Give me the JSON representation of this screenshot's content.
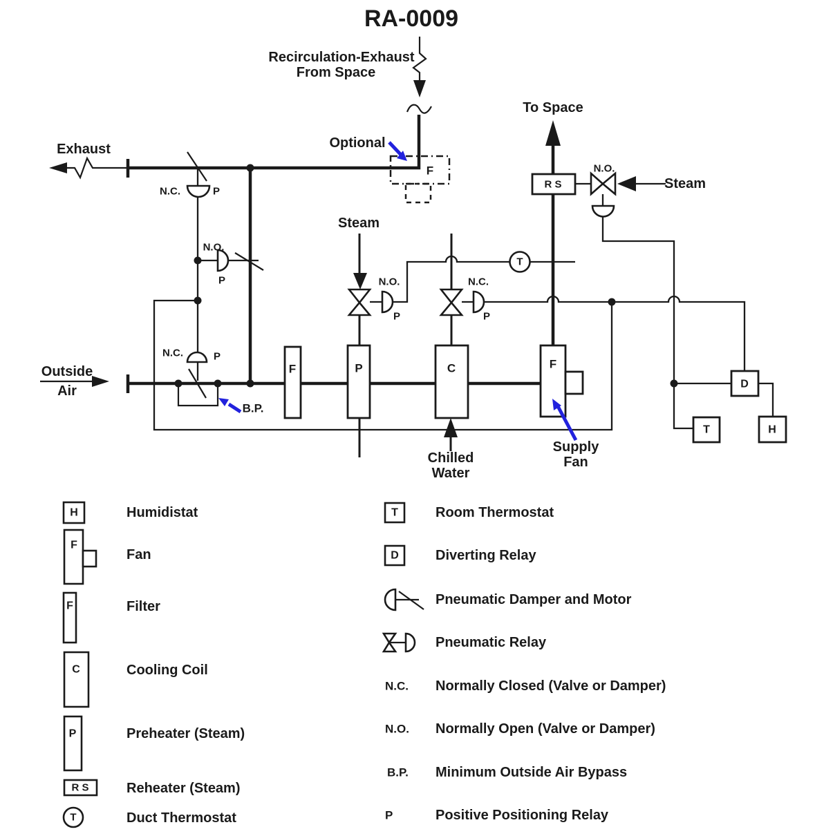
{
  "title": "RA-0009",
  "colors": {
    "ink": "#1a1a1a",
    "accent": "#2222dd"
  },
  "labels": {
    "recirculation_1": "Recirculation-Exhaust",
    "recirculation_2": "From Space",
    "exhaust": "Exhaust",
    "optional": "Optional",
    "to_space": "To Space",
    "steam_reheat": "Steam",
    "steam_preheat": "Steam",
    "outside_1": "Outside",
    "outside_2": "Air",
    "chilled_1": "Chilled",
    "chilled_2": "Water",
    "supply_fan_1": "Supply",
    "supply_fan_2": "Fan",
    "nc": "N.C.",
    "no": "N.O.",
    "p": "P",
    "bp": "B.P."
  },
  "symbols": {
    "fan_letter": "F",
    "filter_letter": "F",
    "optional_fan_letter": "F",
    "preheater_letter": "P",
    "cooling_letter": "C",
    "reheater_letters": "R S",
    "thermostat_letter": "T",
    "diverting_letter": "D",
    "humidistat_letter": "H"
  },
  "legend": {
    "left": [
      {
        "letter": "H",
        "label": "Humidistat"
      },
      {
        "letter": "F",
        "label": "Fan"
      },
      {
        "letter": "F",
        "label": "Filter"
      },
      {
        "letter": "C",
        "label": "Cooling Coil"
      },
      {
        "letter": "P",
        "label": "Preheater (Steam)"
      },
      {
        "letter": "R S",
        "label": "Reheater (Steam)"
      },
      {
        "letter": "T",
        "label": "Duct Thermostat"
      }
    ],
    "right_symbols": [
      {
        "letter": "T",
        "label": "Room Thermostat"
      },
      {
        "letter": "D",
        "label": "Diverting Relay"
      },
      {
        "letter": "",
        "label": "Pneumatic Damper and Motor"
      },
      {
        "letter": "",
        "label": "Pneumatic Relay"
      }
    ],
    "right_abbrev": [
      {
        "abbr": "N.C.",
        "label": "Normally Closed (Valve or Damper)"
      },
      {
        "abbr": "N.O.",
        "label": "Normally Open (Valve or Damper)"
      },
      {
        "abbr": "B.P.",
        "label": "Minimum Outside Air Bypass"
      },
      {
        "abbr": "P",
        "label": "Positive Positioning Relay"
      }
    ]
  }
}
